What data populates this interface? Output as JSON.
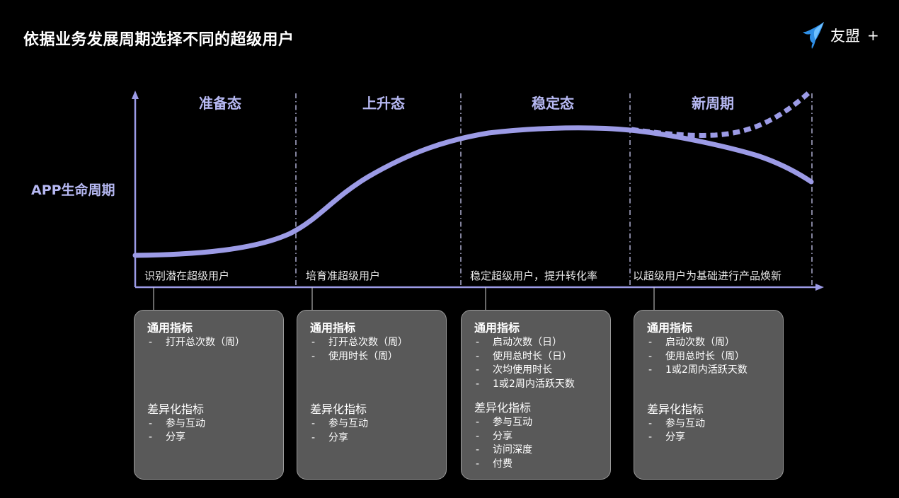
{
  "title": "依据业务发展周期选择不同的超级用户",
  "logo": {
    "icon": "umeng-bird-icon",
    "text": "友盟",
    "plus": "+"
  },
  "y_axis_label": "APP生命周期",
  "colors": {
    "background": "#000000",
    "accent": "#b6b8f2",
    "curve": "#9c9be6",
    "box": "#595959"
  },
  "stages": [
    {
      "name": "准备态",
      "goal": "识别潜在超级用户",
      "general_heading": "通用指标",
      "general": [
        "打开总次数（周）"
      ],
      "diff_heading": "差异化指标",
      "diff": [
        "参与互动",
        "分享"
      ]
    },
    {
      "name": "上升态",
      "goal": "培育准超级用户",
      "general_heading": "通用指标",
      "general": [
        "打开总次数（周）",
        "使用时长（周）"
      ],
      "diff_heading": "差异化指标",
      "diff": [
        "参与互动",
        "分享"
      ]
    },
    {
      "name": "稳定态",
      "goal": "稳定超级用户，提升转化率",
      "general_heading": "通用指标",
      "general": [
        "启动次数（日）",
        "使用总时长（日）",
        "次均使用时长",
        "1或2周内活跃天数"
      ],
      "diff_heading": "差异化指标",
      "diff": [
        "参与互动",
        "分享",
        "访问深度",
        "付费"
      ]
    },
    {
      "name": "新周期",
      "goal": "以超级用户为基础进行产品焕新",
      "general_heading": "通用指标",
      "general": [
        "启动次数（周）",
        "使用总时长（周）",
        "1或2周内活跃天数"
      ],
      "diff_heading": "差异化指标",
      "diff": [
        "参与互动",
        "分享"
      ]
    }
  ],
  "bullet": "-"
}
